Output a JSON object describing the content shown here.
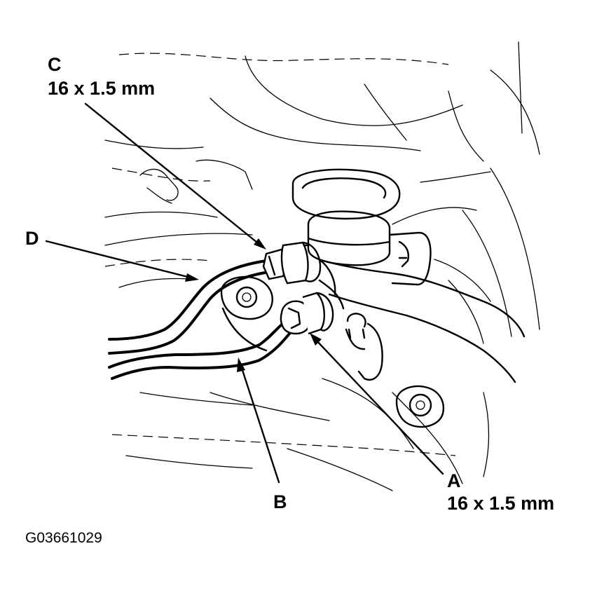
{
  "callouts": {
    "a": {
      "letter": "A",
      "spec": "16 x 1.5 mm"
    },
    "b": {
      "letter": "B"
    },
    "c": {
      "letter": "C",
      "spec": "16 x 1.5 mm"
    },
    "d": {
      "letter": "D"
    }
  },
  "figure_code": "G03661029"
}
